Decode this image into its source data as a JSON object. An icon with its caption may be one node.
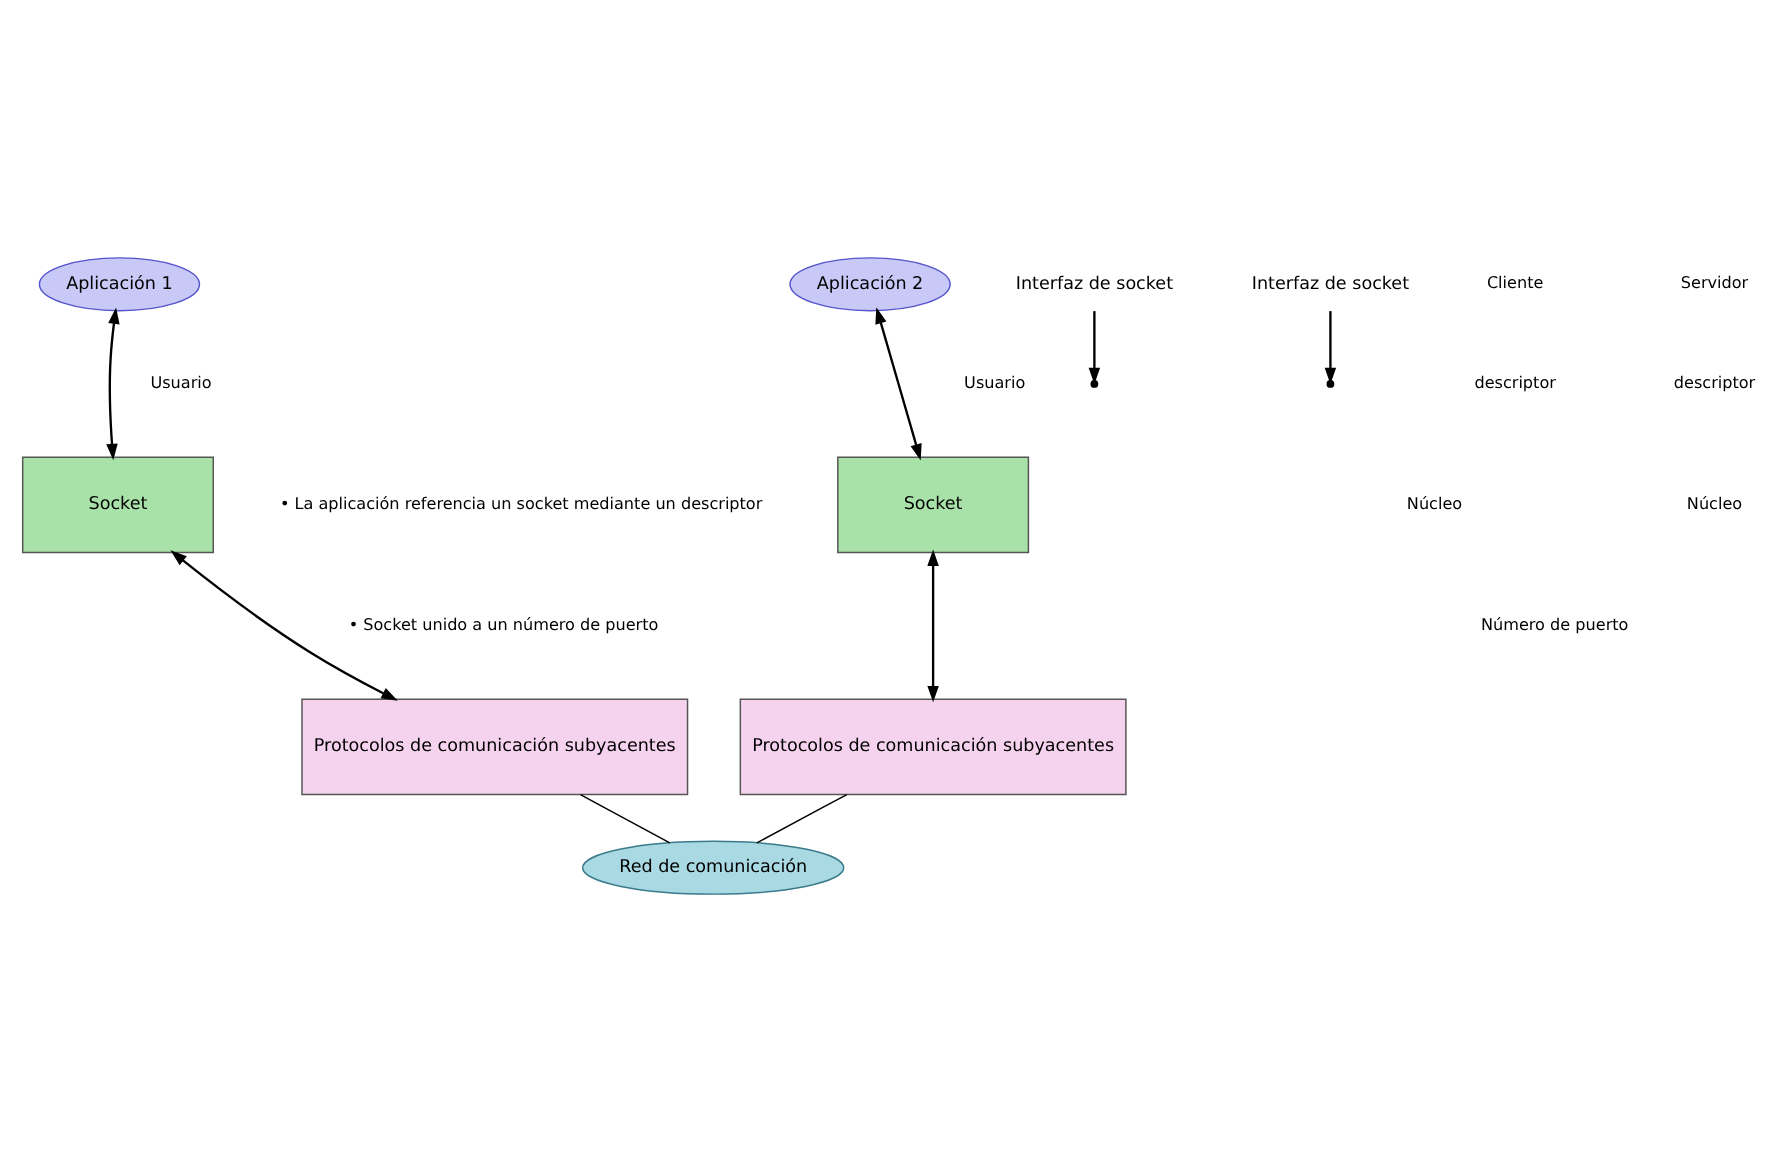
{
  "diagram": {
    "nodes": [
      {
        "text": [
          "Aplicación 1"
        ]
      },
      {
        "text": [
          "Socket"
        ]
      },
      {
        "text": [
          "Protocolos de comunicación subyacentes"
        ]
      },
      {
        "text": [
          "Aplicación 2"
        ]
      },
      {
        "text": [
          "Socket"
        ]
      },
      {
        "text": [
          "Protocolos de comunicación subyacentes"
        ]
      },
      {
        "text": [
          "Red de comunicación"
        ]
      },
      {
        "text": [
          "Interfaz de socket"
        ]
      },
      {
        "text": [
          "Interfaz de socket"
        ]
      }
    ],
    "edges": [
      {
        "from": 0,
        "to": 1,
        "arrow": "both"
      },
      {
        "from": 1,
        "to": 2,
        "arrow": "both"
      },
      {
        "from": 3,
        "to": 4,
        "arrow": "both"
      },
      {
        "from": 4,
        "to": 5,
        "arrow": "both"
      },
      {
        "from": 2,
        "to": 6,
        "arrow": "none"
      },
      {
        "from": 5,
        "to": 6,
        "arrow": "none"
      },
      {
        "from": 7,
        "to": null,
        "arrow": "to"
      },
      {
        "from": 8,
        "to": null,
        "arrow": "to"
      }
    ],
    "labels": [
      "Cliente",
      "Servidor",
      "descriptor",
      "Usuario",
      "Usuario",
      "descriptor",
      "Núcleo",
      "Núcleo",
      "• La aplicación referencia un socket mediante un descriptor",
      "Número de puerto",
      "• Socket unido a un número de puerto"
    ]
  }
}
